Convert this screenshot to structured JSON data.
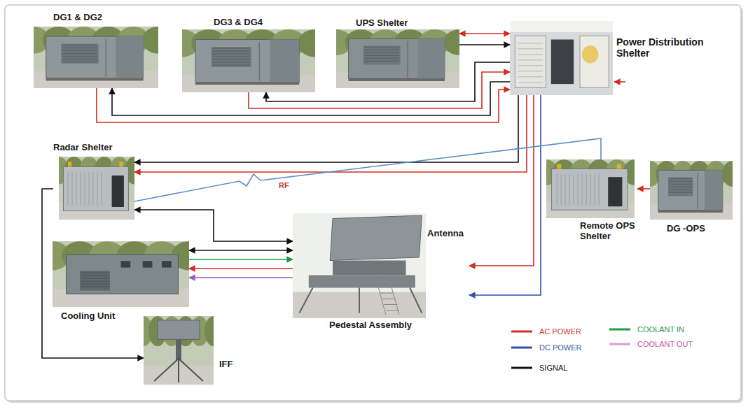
{
  "diagram": {
    "nodes": [
      {
        "text": [
          "DG1 & DG2"
        ]
      },
      {
        "text": [
          "DG3 & DG4"
        ]
      },
      {
        "text": [
          "UPS Shelter"
        ]
      },
      {
        "text": [
          "Power Distribution Shelter"
        ]
      },
      {
        "text": [
          "Radar Shelter"
        ]
      },
      {
        "text": [
          "Remote OPS Shelter"
        ]
      },
      {
        "text": [
          "DG -OPS"
        ]
      },
      {
        "text": [
          "Antenna",
          "Pedestal Assembly"
        ]
      },
      {
        "text": [
          "Cooling Unit"
        ]
      },
      {
        "text": [
          "IFF"
        ]
      }
    ],
    "edges": [
      {
        "from": 0,
        "to": 3,
        "arrow": "to"
      },
      {
        "from": 3,
        "to": 0,
        "arrow": "to"
      },
      {
        "from": 1,
        "to": 3,
        "arrow": "to"
      },
      {
        "from": 3,
        "to": 1,
        "arrow": "to"
      },
      {
        "from": 2,
        "to": 3,
        "arrow": "both"
      },
      {
        "from": 2,
        "to": 3,
        "arrow": "to"
      },
      {
        "from": 3,
        "to": 4,
        "arrow": "to"
      },
      {
        "from": 3,
        "to": 4,
        "arrow": "to"
      },
      {
        "from": 3,
        "to": 7,
        "arrow": "to"
      },
      {
        "from": 3,
        "to": 7,
        "arrow": "to"
      },
      {
        "from": 6,
        "to": 5,
        "arrow": "to"
      },
      {
        "from": 5,
        "to": 4,
        "label": "RF",
        "arrow": "none"
      },
      {
        "from": 4,
        "to": 7,
        "arrow": "both"
      },
      {
        "from": 8,
        "to": 7,
        "arrow": "both"
      },
      {
        "from": 8,
        "to": 7,
        "arrow": "to"
      },
      {
        "from": 7,
        "to": 8,
        "arrow": "to"
      },
      {
        "from": 7,
        "to": 8,
        "arrow": "to"
      },
      {
        "from": 4,
        "to": 9,
        "arrow": "to"
      }
    ],
    "legend": [
      {
        "text": "AC POWER"
      },
      {
        "text": "DC POWER"
      },
      {
        "text": "SIGNAL"
      },
      {
        "text": "COOLANT IN"
      },
      {
        "text": "COOLANT OUT"
      }
    ]
  }
}
